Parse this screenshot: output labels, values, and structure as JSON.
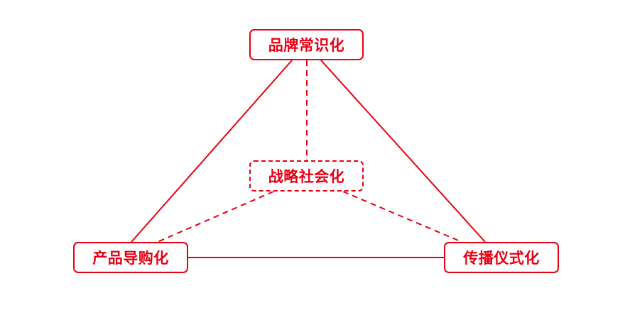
{
  "diagram": {
    "colors": {
      "accent": "#e60012",
      "background": "#ffffff"
    },
    "nodes": {
      "top": {
        "label": "品牌常识化",
        "style": "solid"
      },
      "center": {
        "label": "战略社会化",
        "style": "dashed"
      },
      "left": {
        "label": "产品导购化",
        "style": "solid"
      },
      "right": {
        "label": "传播仪式化",
        "style": "solid"
      }
    },
    "edges": [
      {
        "from": "top",
        "to": "left",
        "style": "solid"
      },
      {
        "from": "top",
        "to": "right",
        "style": "solid"
      },
      {
        "from": "left",
        "to": "right",
        "style": "solid"
      },
      {
        "from": "top",
        "to": "center",
        "style": "dashed"
      },
      {
        "from": "center",
        "to": "left",
        "style": "dashed"
      },
      {
        "from": "center",
        "to": "right",
        "style": "dashed"
      }
    ]
  }
}
